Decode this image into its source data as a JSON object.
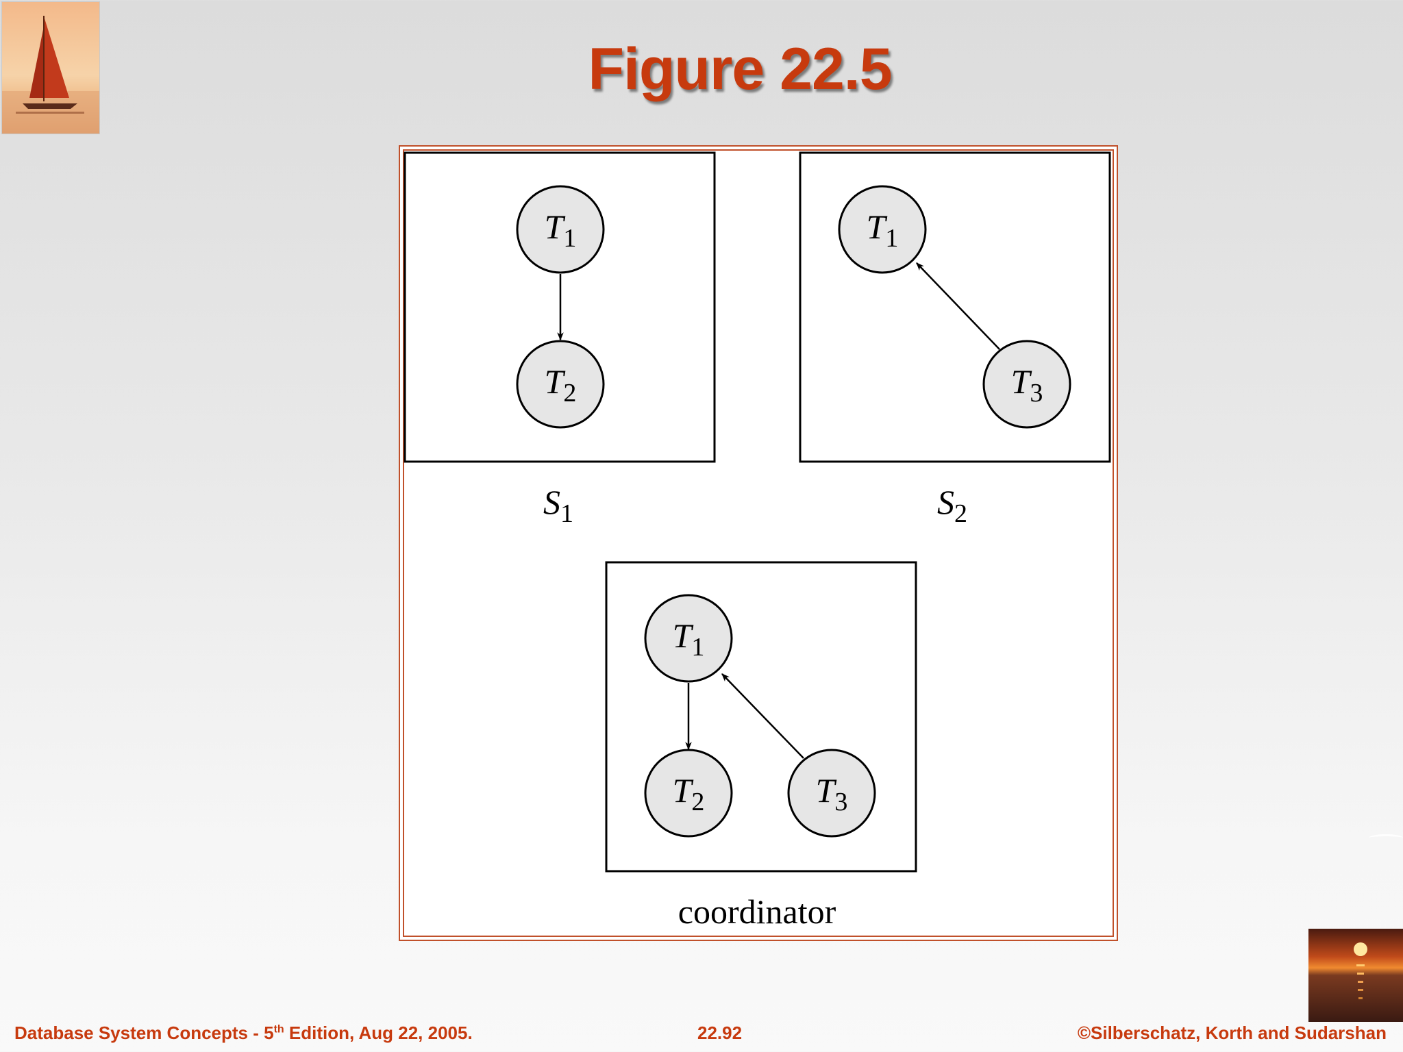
{
  "slide": {
    "title": "Figure 22.5"
  },
  "diagram": {
    "sites": [
      {
        "label_main": "S",
        "label_sub": "1"
      },
      {
        "label_main": "S",
        "label_sub": "2"
      }
    ],
    "coordinator_label": "coordinator",
    "nodes": {
      "s1_t1": {
        "main": "T",
        "sub": "1"
      },
      "s1_t2": {
        "main": "T",
        "sub": "2"
      },
      "s2_t1": {
        "main": "T",
        "sub": "1"
      },
      "s2_t3": {
        "main": "T",
        "sub": "3"
      },
      "c_t1": {
        "main": "T",
        "sub": "1"
      },
      "c_t2": {
        "main": "T",
        "sub": "2"
      },
      "c_t3": {
        "main": "T",
        "sub": "3"
      }
    },
    "node_fill": "#e6e6e6",
    "frame_color": "#c0502a"
  },
  "footer": {
    "left_prefix": "Database System Concepts - 5",
    "left_sup": "th",
    "left_suffix": " Edition, Aug 22,  2005.",
    "center": "22.92",
    "right": "©Silberschatz, Korth and Sudarshan"
  },
  "colors": {
    "accent": "#c73a0e"
  },
  "icons": [
    "sailboat-logo",
    "sunset-logo"
  ]
}
